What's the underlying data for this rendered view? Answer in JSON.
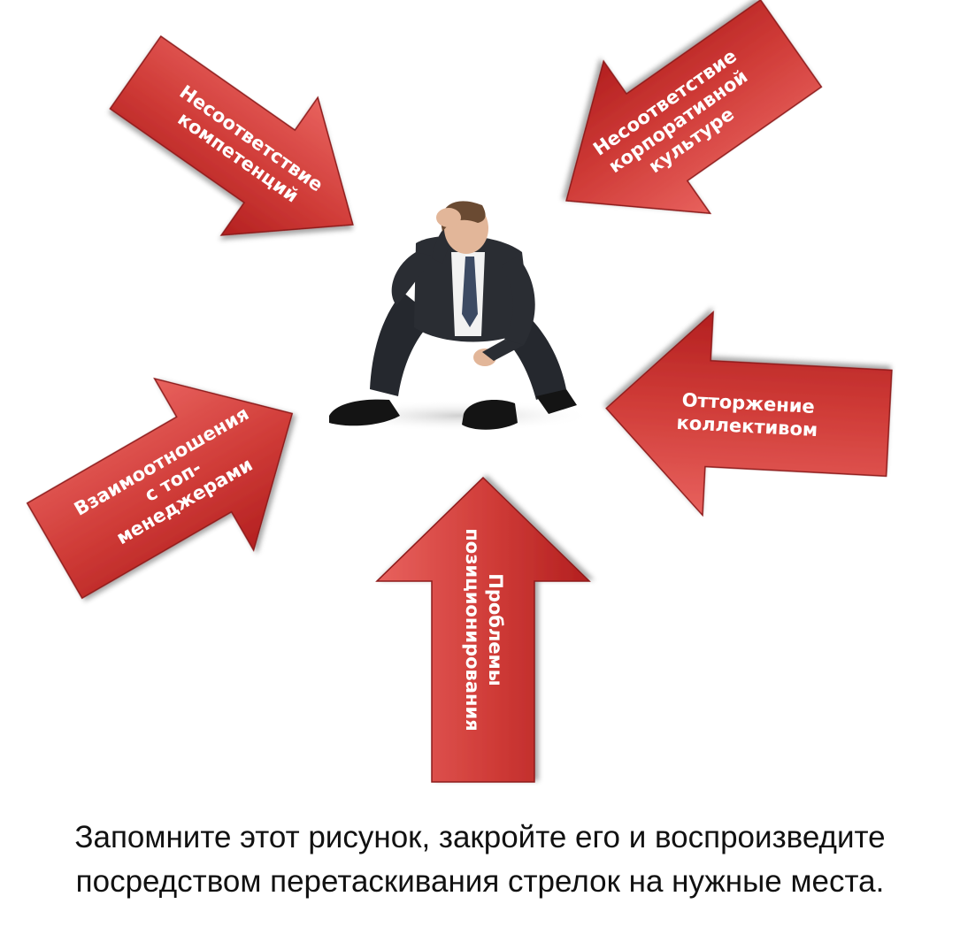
{
  "arrows": [
    {
      "id": "competence",
      "lines": [
        "Несоответствие",
        "компетенций"
      ]
    },
    {
      "id": "culture",
      "lines": [
        "Несоответствие",
        "корпоративной",
        "культуре"
      ]
    },
    {
      "id": "collective",
      "lines": [
        "Отторжение",
        "коллективом"
      ]
    },
    {
      "id": "positioning",
      "lines": [
        "Проблемы",
        "позиционирования"
      ]
    },
    {
      "id": "managers",
      "lines": [
        "Взаимоотношения",
        "с топ-",
        "менеджерами"
      ]
    }
  ],
  "caption": {
    "line1": "Запомните этот рисунок, закройте его и воспроизведите",
    "line2": "посредством перетаскивания стрелок на нужные места."
  },
  "colors": {
    "arrow_light": "#e35a57",
    "arrow_dark": "#b32020",
    "suit": "#2a2d33",
    "shirt": "#f2f2f2"
  }
}
